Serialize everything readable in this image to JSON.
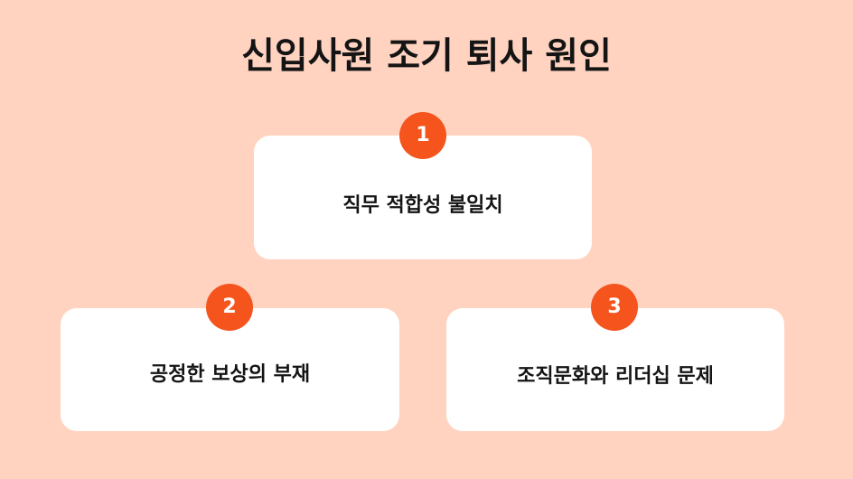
{
  "title": "신입사원 조기 퇴사 원인",
  "colors": {
    "background": "#FFD3C0",
    "card": "#FFFFFF",
    "badge": "#F5541D",
    "text": "#141414"
  },
  "items": [
    {
      "number": "1",
      "label": "직무 적합성 불일치"
    },
    {
      "number": "2",
      "label": "공정한 보상의 부재"
    },
    {
      "number": "3",
      "label": "조직문화와 리더십 문제"
    }
  ]
}
